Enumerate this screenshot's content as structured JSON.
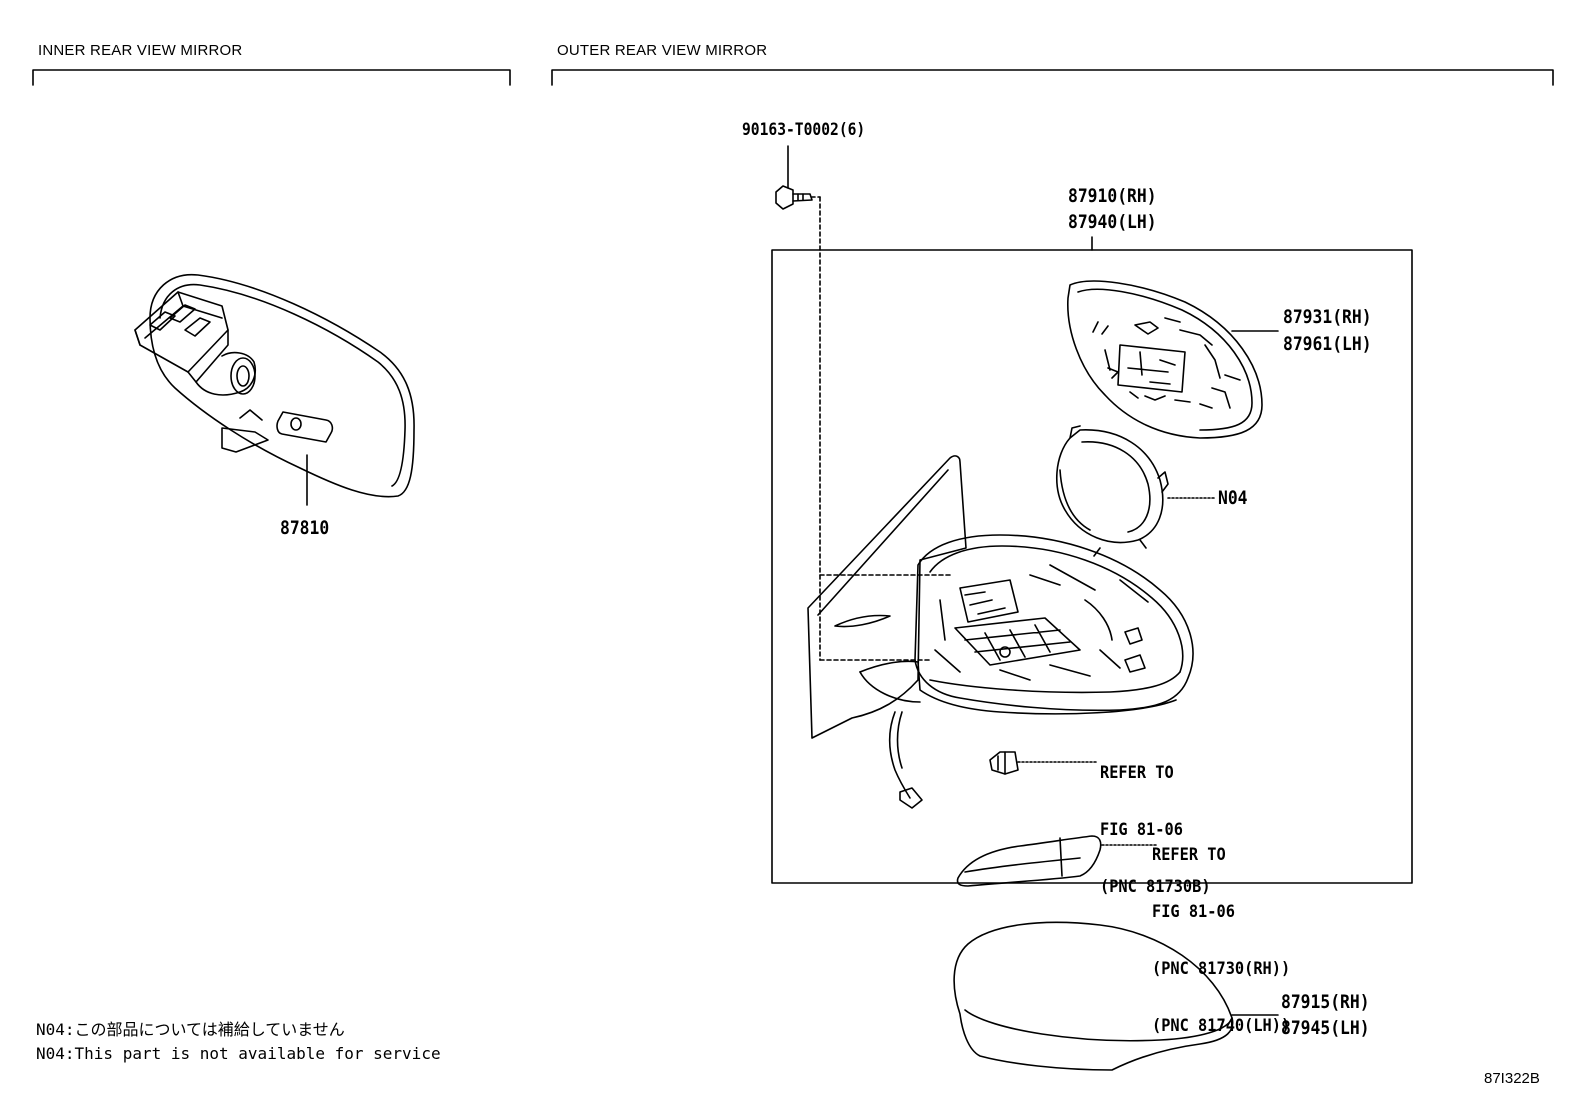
{
  "sections": {
    "inner": "INNER REAR VIEW MIRROR",
    "outer": "OUTER REAR VIEW MIRROR"
  },
  "parts": {
    "p878100": "87810",
    "screw": "90163-T0002(6)",
    "assy_rh": "87910(RH)",
    "assy_lh": "87940(LH)",
    "glass_rh": "87931(RH)",
    "glass_lh": "87961(LH)",
    "n04": "N04",
    "cover_rh": "87915(RH)",
    "cover_lh": "87945(LH)"
  },
  "refs": {
    "bulb": [
      "REFER TO",
      "FIG 81-06",
      "(PNC 81730B)"
    ],
    "lamp": [
      "REFER TO",
      "FIG 81-06",
      "(PNC 81730(RH))",
      "(PNC 81740(LH))"
    ]
  },
  "notes": {
    "jp": "N04:この部品については補給していません",
    "en": "N04:This part is not available for service"
  },
  "figure_id": "87I322B"
}
